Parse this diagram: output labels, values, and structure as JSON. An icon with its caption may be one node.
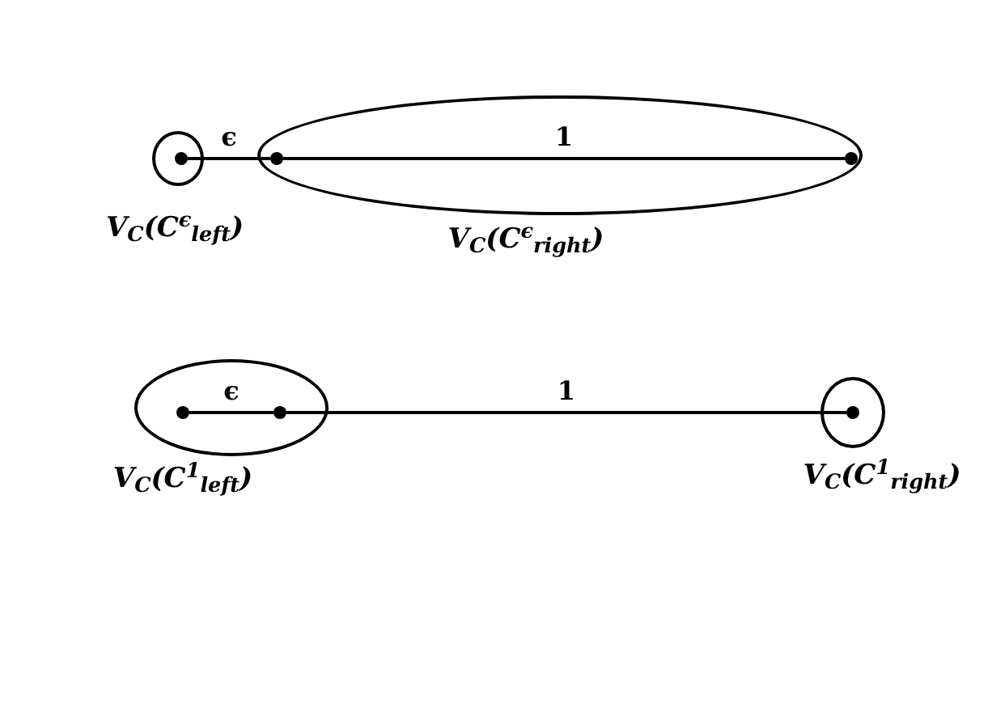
{
  "diagram": {
    "nodes": [
      {
        "text": [],
        "shape": "ellipse",
        "beside": [
          "V$_{C}$(C$^{ϵ}$$_{left}$)"
        ]
      },
      {
        "text": [],
        "shape": "circle",
        "in": 0
      },
      {
        "text": [],
        "shape": "ellipse",
        "beside": [
          "V$_{C}$(C$^{ϵ}$$_{right}$)"
        ]
      },
      {
        "text": [],
        "shape": "circle",
        "in": 2
      },
      {
        "text": [],
        "shape": "circle",
        "in": 2
      },
      {
        "text": [],
        "shape": "ellipse",
        "beside": [
          "V$_{C}$(C$^{1}$$_{left}$)"
        ]
      },
      {
        "text": [],
        "shape": "circle",
        "in": 5
      },
      {
        "text": [],
        "shape": "circle",
        "in": 5
      },
      {
        "text": [],
        "shape": "ellipse",
        "beside": [
          "V$_{C}$(C$^{1}$$_{right}$)"
        ]
      },
      {
        "text": [],
        "shape": "circle",
        "in": 8
      }
    ],
    "edges": [
      {
        "from": 1,
        "to": 3,
        "arrow": "none",
        "label": "ϵ"
      },
      {
        "from": 3,
        "to": 4,
        "arrow": "none",
        "label": "1"
      },
      {
        "from": 6,
        "to": 7,
        "arrow": "none",
        "label": "ϵ"
      },
      {
        "from": 7,
        "to": 9,
        "arrow": "none",
        "label": "1"
      }
    ]
  }
}
